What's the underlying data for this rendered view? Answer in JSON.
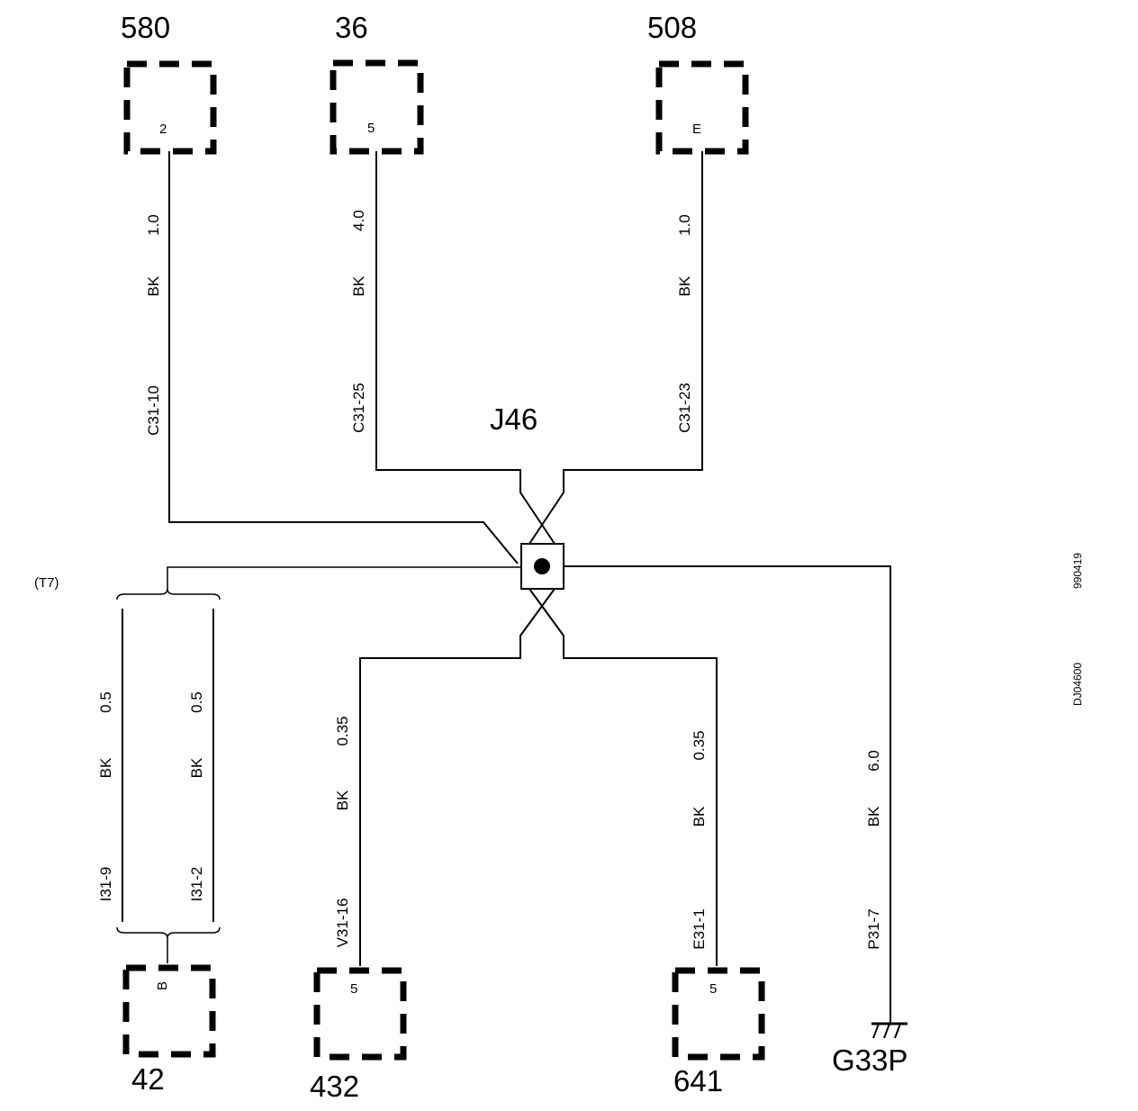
{
  "components": {
    "c580": {
      "id": "580",
      "pin": "2"
    },
    "c36": {
      "id": "36",
      "pin": "5"
    },
    "c508": {
      "id": "508",
      "pin": "E"
    },
    "c42": {
      "id": "42",
      "pin": "B"
    },
    "c432": {
      "id": "432",
      "pin": "5"
    },
    "c641": {
      "id": "641",
      "pin": "5"
    }
  },
  "splice": {
    "id": "J46"
  },
  "ground": {
    "id": "G33P"
  },
  "branch_label": "(T7)",
  "wires": {
    "w580": {
      "color": "BK",
      "size": "1.0",
      "connector": "C31-10"
    },
    "w36": {
      "color": "BK",
      "size": "4.0",
      "connector": "C31-25"
    },
    "w508": {
      "color": "BK",
      "size": "1.0",
      "connector": "C31-23"
    },
    "w42a": {
      "color": "BK",
      "size": "0.5",
      "connector": "I31-9"
    },
    "w42b": {
      "color": "BK",
      "size": "0.5",
      "connector": "I31-2"
    },
    "w432": {
      "color": "BK",
      "size": "0.35",
      "connector": "V31-16"
    },
    "w641": {
      "color": "BK",
      "size": "0.35",
      "connector": "E31-1"
    },
    "wg": {
      "color": "BK",
      "size": "6.0",
      "connector": "P31-7"
    }
  },
  "side_codes": {
    "code1": "990419",
    "code2": "DJ04600"
  }
}
